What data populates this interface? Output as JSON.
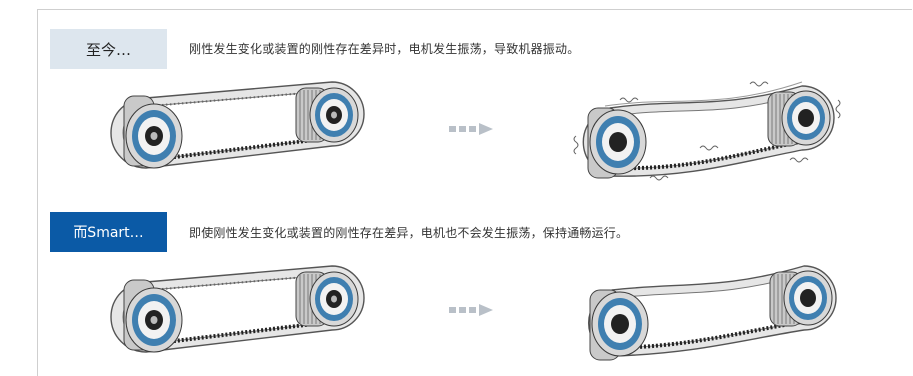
{
  "before": {
    "tag": "至今…",
    "description": "刚性发生变化或装置的刚性存在差异时，电机发生振荡，导致机器振动。"
  },
  "after": {
    "tag": "而Smart…",
    "description": "即使刚性发生变化或装置的刚性存在差异，电机也不会发生振荡，保持通畅运行。"
  },
  "colors": {
    "accent": "#0b5aa6",
    "tag_before_bg": "#dde6ee",
    "arrow": "#b9c0c8",
    "pulley_ring": "#3f7fb0"
  },
  "icons": {
    "arrow": "right-arrow-icon",
    "belt": "belt-drive-icon",
    "vibration": "vibration-mark-icon"
  }
}
